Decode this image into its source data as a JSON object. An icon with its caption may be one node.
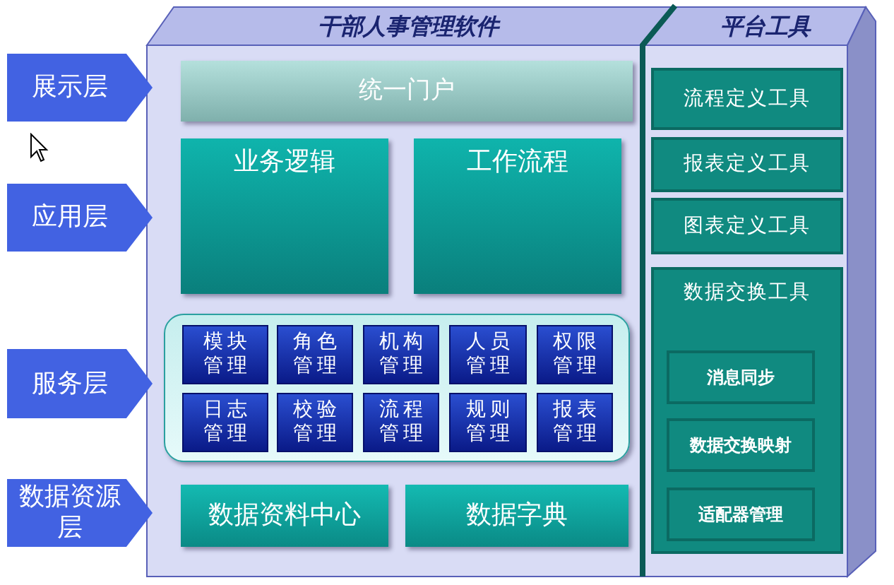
{
  "diagram": {
    "nodes": [
      {
        "text": [
          "干部人事管理软件"
        ]
      },
      {
        "text": [
          "统一门户"
        ],
        "in": 0
      },
      {
        "text": [
          "业务逻辑"
        ],
        "in": 0
      },
      {
        "text": [
          "工作流程"
        ],
        "in": 0
      },
      {
        "text": [],
        "shape": "box",
        "in": 0
      },
      {
        "text": [
          "模块管理"
        ],
        "in": 4
      },
      {
        "text": [
          "角色管理"
        ],
        "in": 4
      },
      {
        "text": [
          "机构管理"
        ],
        "in": 4
      },
      {
        "text": [
          "人员管理"
        ],
        "in": 4
      },
      {
        "text": [
          "权限管理"
        ],
        "in": 4
      },
      {
        "text": [
          "日志管理"
        ],
        "in": 4
      },
      {
        "text": [
          "校验管理"
        ],
        "in": 4
      },
      {
        "text": [
          "流程管理"
        ],
        "in": 4
      },
      {
        "text": [
          "规则管理"
        ],
        "in": 4
      },
      {
        "text": [
          "报表管理"
        ],
        "in": 4
      },
      {
        "text": [
          "数据资料中心"
        ],
        "in": 0
      },
      {
        "text": [
          "数据字典"
        ],
        "in": 0
      },
      {
        "text": [
          "平台工具"
        ]
      },
      {
        "text": [
          "流程定义工具"
        ],
        "in": 17
      },
      {
        "text": [
          "报表定义工具"
        ],
        "in": 17
      },
      {
        "text": [
          "图表定义工具"
        ],
        "in": 17
      },
      {
        "text": [
          "数据交换工具"
        ],
        "in": 17
      },
      {
        "text": [
          "消息同步"
        ],
        "in": 21
      },
      {
        "text": [
          "数据交换映射"
        ],
        "in": 21
      },
      {
        "text": [
          "适配器管理"
        ],
        "in": 21
      },
      {
        "text": [
          "展示层"
        ]
      },
      {
        "text": [
          "应用层"
        ]
      },
      {
        "text": [
          "服务层"
        ]
      },
      {
        "text": [
          "数据资源层"
        ]
      }
    ]
  }
}
